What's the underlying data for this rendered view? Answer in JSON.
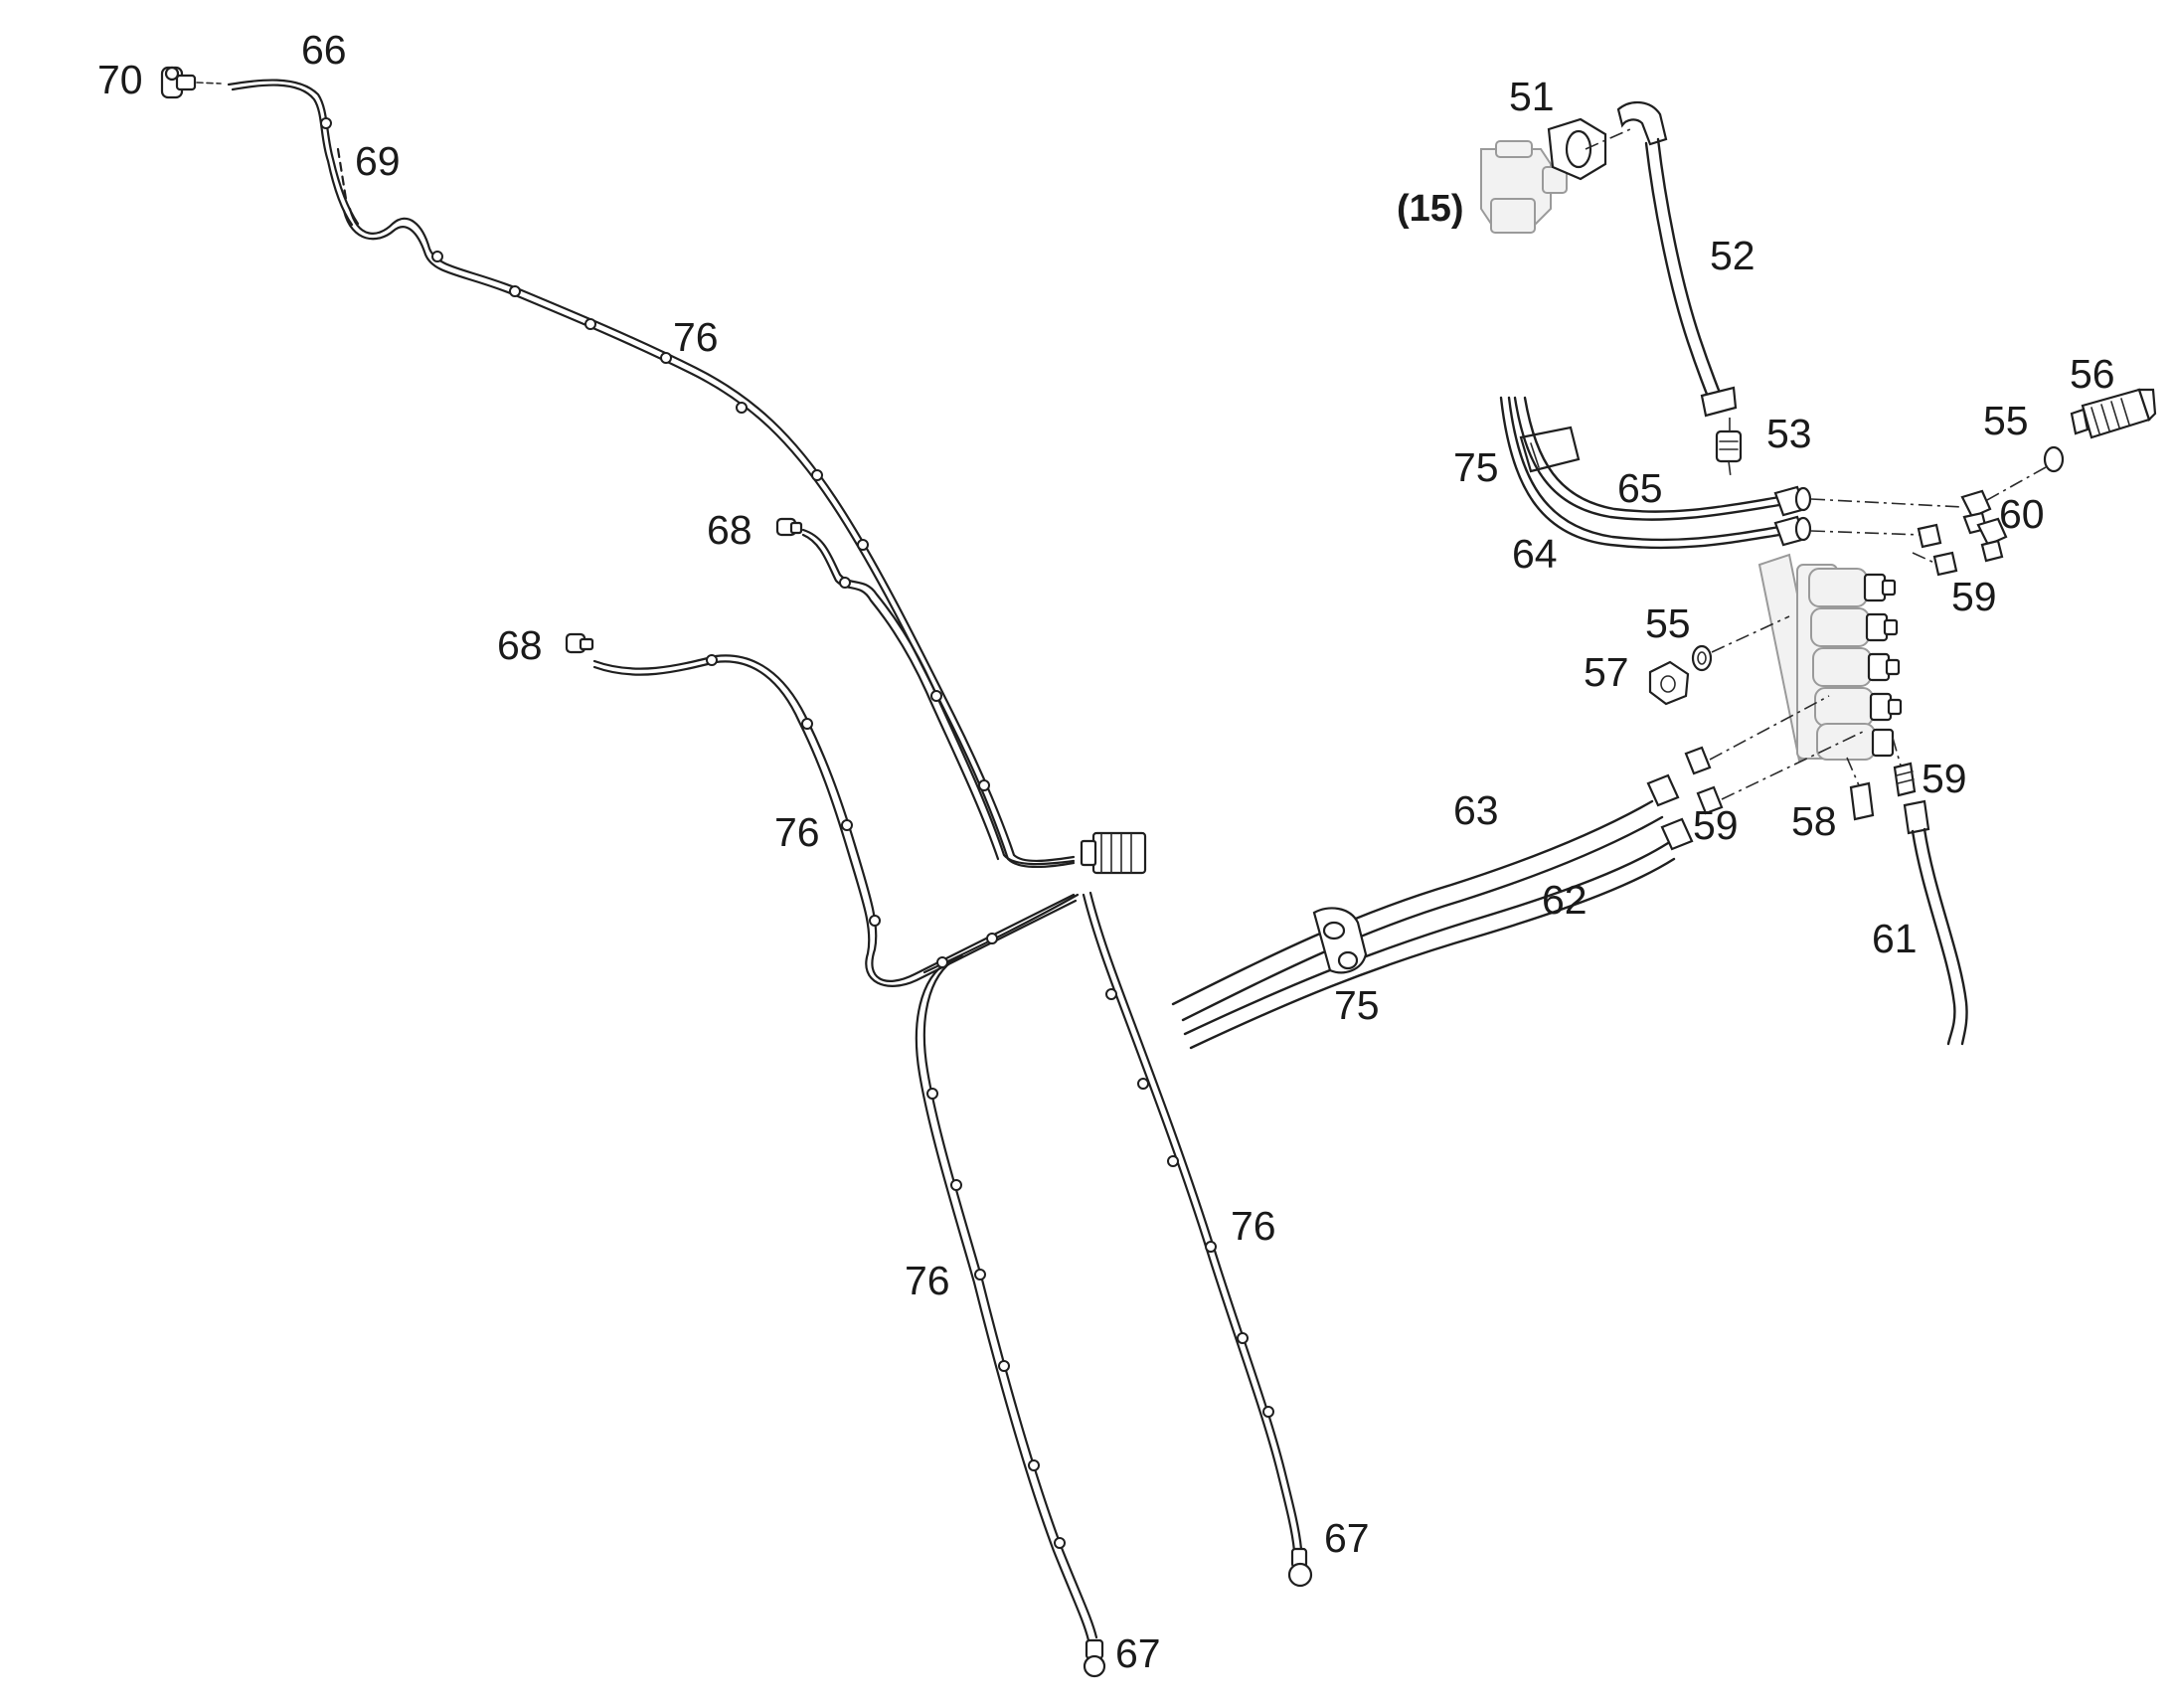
{
  "callouts": [
    {
      "id": "c70",
      "text": "70"
    },
    {
      "id": "c66",
      "text": "66"
    },
    {
      "id": "c69",
      "text": "69"
    },
    {
      "id": "c76a",
      "text": "76"
    },
    {
      "id": "c68a",
      "text": "68"
    },
    {
      "id": "c68b",
      "text": "68"
    },
    {
      "id": "c76b",
      "text": "76"
    },
    {
      "id": "c76c",
      "text": "76"
    },
    {
      "id": "c76d",
      "text": "76"
    },
    {
      "id": "c67a",
      "text": "67"
    },
    {
      "id": "c67b",
      "text": "67"
    },
    {
      "id": "c51",
      "text": "51"
    },
    {
      "id": "c15",
      "text": "(15)"
    },
    {
      "id": "c52",
      "text": "52"
    },
    {
      "id": "c53",
      "text": "53"
    },
    {
      "id": "c56",
      "text": "56"
    },
    {
      "id": "c55a",
      "text": "55"
    },
    {
      "id": "c75a",
      "text": "75"
    },
    {
      "id": "c65",
      "text": "65"
    },
    {
      "id": "c60",
      "text": "60"
    },
    {
      "id": "c64",
      "text": "64"
    },
    {
      "id": "c59a",
      "text": "59"
    },
    {
      "id": "c55b",
      "text": "55"
    },
    {
      "id": "c57",
      "text": "57"
    },
    {
      "id": "c63",
      "text": "63"
    },
    {
      "id": "c59b",
      "text": "59"
    },
    {
      "id": "c59c",
      "text": "59"
    },
    {
      "id": "c58",
      "text": "58"
    },
    {
      "id": "c62",
      "text": "62"
    },
    {
      "id": "c61",
      "text": "61"
    },
    {
      "id": "c75b",
      "text": "75"
    }
  ]
}
